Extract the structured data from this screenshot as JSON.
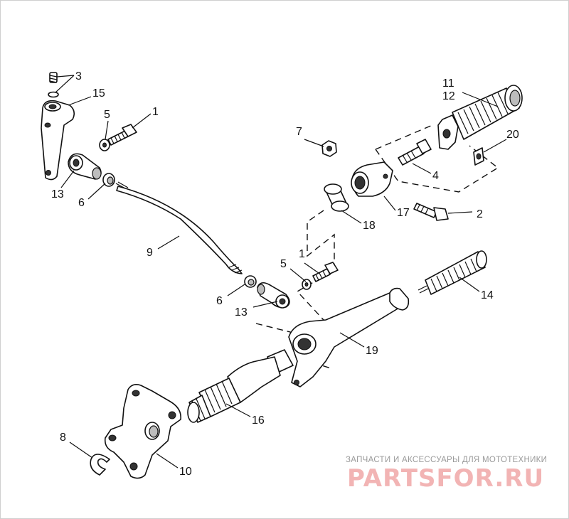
{
  "callouts": [
    {
      "id": "c3",
      "text": "3"
    },
    {
      "id": "c15",
      "text": "15"
    },
    {
      "id": "c5a",
      "text": "5"
    },
    {
      "id": "c1a",
      "text": "1"
    },
    {
      "id": "c13a",
      "text": "13"
    },
    {
      "id": "c6a",
      "text": "6"
    },
    {
      "id": "c9",
      "text": "9"
    },
    {
      "id": "c7",
      "text": "7"
    },
    {
      "id": "c11",
      "text": "11"
    },
    {
      "id": "c12",
      "text": "12"
    },
    {
      "id": "c20",
      "text": "20"
    },
    {
      "id": "c4",
      "text": "4"
    },
    {
      "id": "c17",
      "text": "17"
    },
    {
      "id": "c2",
      "text": "2"
    },
    {
      "id": "c18",
      "text": "18"
    },
    {
      "id": "c1b",
      "text": "1"
    },
    {
      "id": "c5b",
      "text": "5"
    },
    {
      "id": "c6b",
      "text": "6"
    },
    {
      "id": "c13b",
      "text": "13"
    },
    {
      "id": "c14",
      "text": "14"
    },
    {
      "id": "c19",
      "text": "19"
    },
    {
      "id": "c16",
      "text": "16"
    },
    {
      "id": "c8",
      "text": "8"
    },
    {
      "id": "c10",
      "text": "10"
    }
  ],
  "watermark": {
    "tagline": "ЗАПЧАСТИ И АКСЕССУАРЫ ДЛЯ МОТОТЕХНИКИ",
    "logo": "PARTSFOR.RU"
  },
  "colors": {
    "line": "#111111",
    "shade": "#bdbdbd",
    "watermark_logo": "#f2b4b4",
    "watermark_text": "#9a9a9a"
  }
}
